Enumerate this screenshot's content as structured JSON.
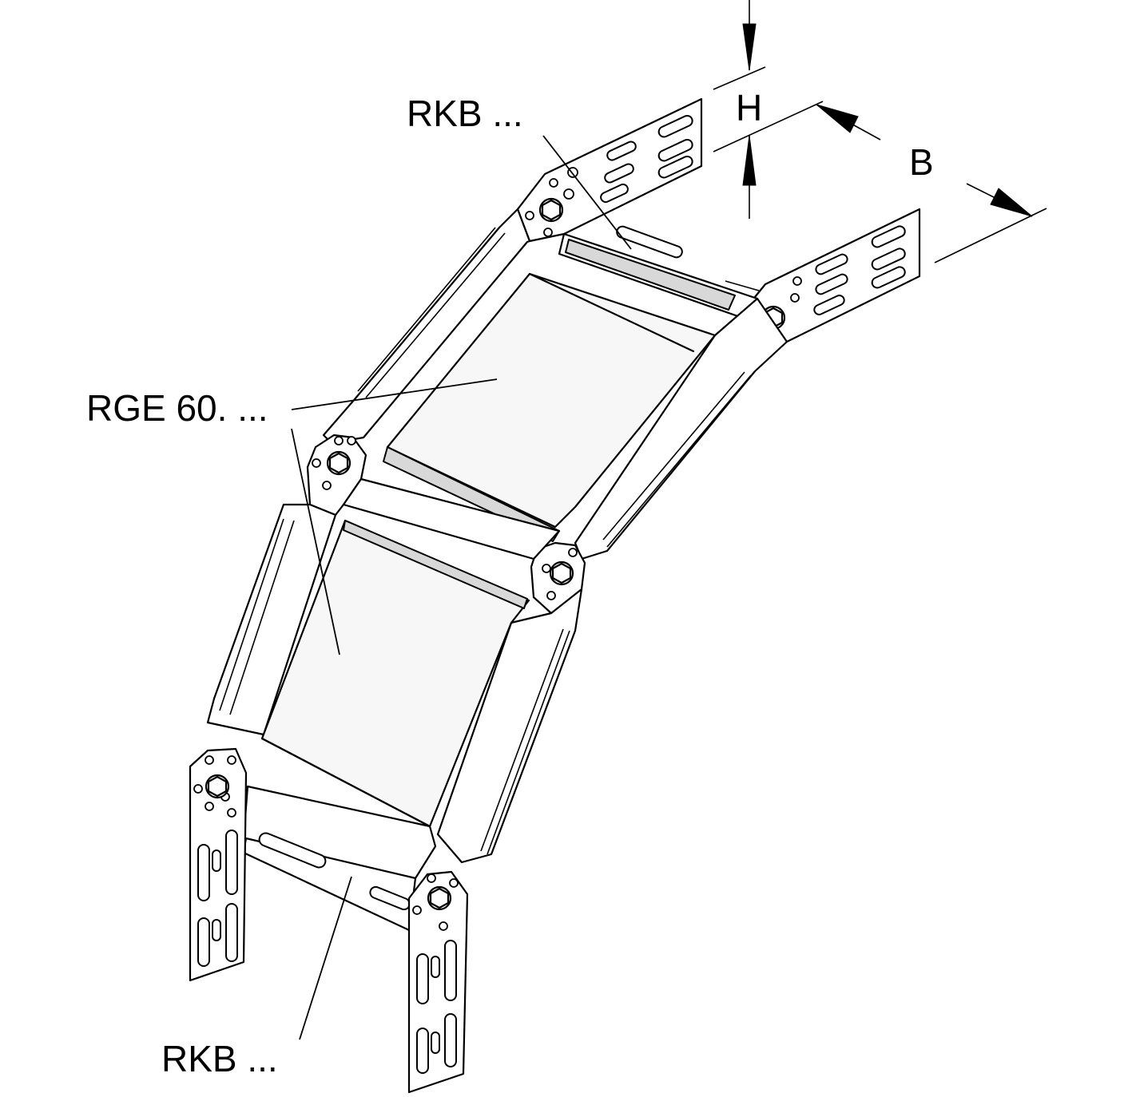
{
  "labels": {
    "rkb_top": "RKB ...",
    "rge": "RGE 60. ...",
    "rkb_bottom": "RKB ...",
    "dim_h": "H",
    "dim_b": "B"
  }
}
